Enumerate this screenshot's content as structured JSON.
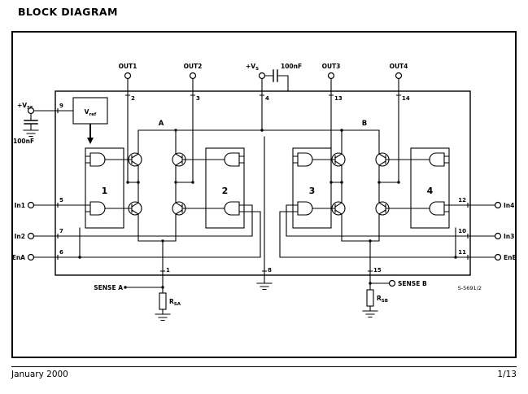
{
  "page": {
    "title": "BLOCK DIAGRAM",
    "footer_left": "January 2000",
    "footer_right": "1/13"
  },
  "diagram": {
    "figure_code": "S-5691/2",
    "supply": {
      "vss_base": "+V",
      "vss_sub": "SS",
      "vs_base": "+V",
      "vs_sub": "S",
      "cap_top": "100nF",
      "cap_left": "100nF",
      "vref_base": "V",
      "vref_sub": "ref"
    },
    "outputs": {
      "out1": "OUT1",
      "out2": "OUT2",
      "out3": "OUT3",
      "out4": "OUT4"
    },
    "inputs": {
      "in1": "In1",
      "in2": "In2",
      "in3": "In3",
      "in4": "In4",
      "ena": "EnA",
      "enb": "EnB"
    },
    "sense": {
      "sense_a": "SENSE A",
      "sense_b": "SENSE B",
      "rsa_base": "R",
      "rsa_sub": "SA",
      "rsb_base": "R",
      "rsb_sub": "SB"
    },
    "bridges": {
      "a": "A",
      "b": "B"
    },
    "blocks": {
      "b1": "1",
      "b2": "2",
      "b3": "3",
      "b4": "4"
    },
    "pins": {
      "out1": "2",
      "out2": "3",
      "vs": "4",
      "out3": "13",
      "out4": "14",
      "vss": "9",
      "in1": "5",
      "in2": "7",
      "ena": "6",
      "in4": "12",
      "in3": "10",
      "enb": "11",
      "sense_a": "1",
      "gnd": "8",
      "sense_b": "15"
    }
  }
}
